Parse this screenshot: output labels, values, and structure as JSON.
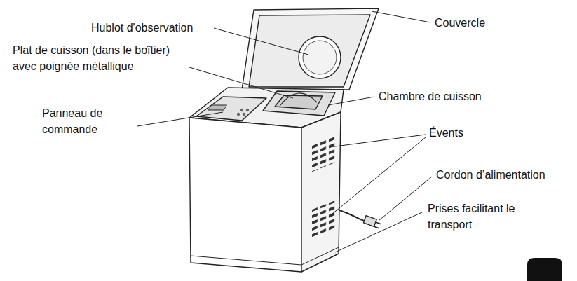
{
  "diagram": {
    "labels": [
      "Hublot d'observation",
      "Couvercle",
      "Plat de cuisson (dans le boîtier) avec poignée métallique",
      "Chambre de cuisson",
      "Panneau de commande",
      "Évents",
      "Cordon d’alimentation",
      "Prises facilitant le transport"
    ]
  }
}
